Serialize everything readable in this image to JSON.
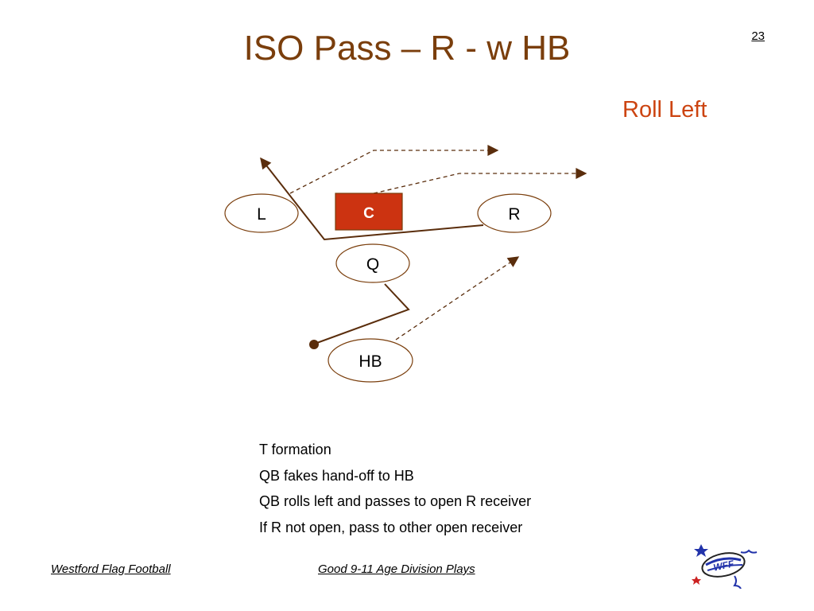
{
  "slide": {
    "title": "ISO Pass – R - w HB",
    "page_number": "23",
    "subtitle": "Roll Left"
  },
  "players": {
    "left": "L",
    "center": "C",
    "right": "R",
    "quarterback": "Q",
    "halfback": "HB"
  },
  "notes": [
    "T formation",
    "QB fakes hand-off to HB",
    "QB rolls left and passes to open R receiver",
    "If R not open, pass to other open receiver"
  ],
  "footer": {
    "left": "Westford Flag Football",
    "center": "Good 9-11 Age Division Plays"
  },
  "logo": {
    "text": "WFF"
  },
  "colors": {
    "title": "#7a3e0c",
    "subtitle": "#cc4411",
    "route_line": "#5a2d0c",
    "center_fill": "#cc3311"
  }
}
